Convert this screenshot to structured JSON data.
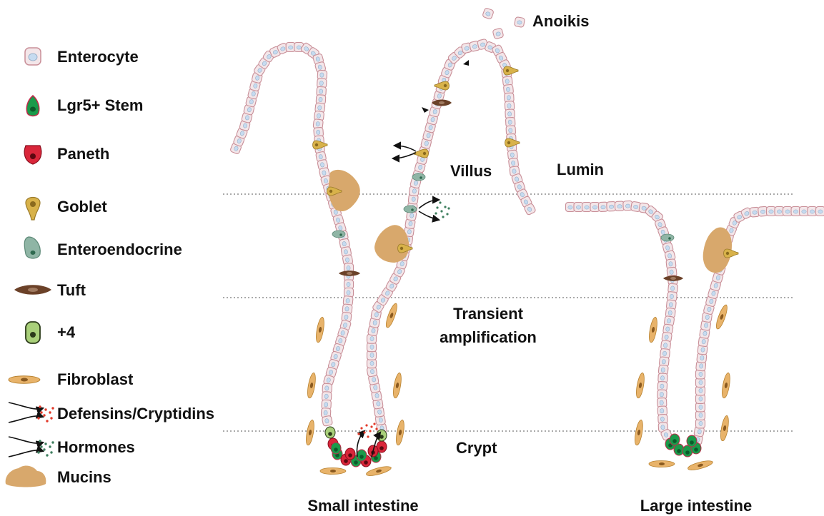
{
  "legend": [
    {
      "id": "enterocyte",
      "label": "Enterocyte",
      "icon": "enterocyte-icon"
    },
    {
      "id": "lgr5-stem",
      "label": "Lgr5+ Stem",
      "icon": "stem-cell-icon"
    },
    {
      "id": "paneth",
      "label": "Paneth",
      "icon": "paneth-cell-icon"
    },
    {
      "id": "goblet",
      "label": "Goblet",
      "icon": "goblet-cell-icon"
    },
    {
      "id": "enteroendocrine",
      "label": "Enteroendocrine",
      "icon": "enteroendocrine-cell-icon"
    },
    {
      "id": "tuft",
      "label": "Tuft",
      "icon": "tuft-cell-icon"
    },
    {
      "id": "plus4",
      "label": "+4",
      "icon": "plus4-cell-icon"
    },
    {
      "id": "fibroblast",
      "label": "Fibroblast",
      "icon": "fibroblast-icon"
    },
    {
      "id": "defensins",
      "label": "Defensins/Cryptidins",
      "icon": "defensins-arrows-icon"
    },
    {
      "id": "hormones",
      "label": "Hormones",
      "icon": "hormones-arrows-icon"
    },
    {
      "id": "mucins",
      "label": "Mucins",
      "icon": "mucins-blob-icon"
    }
  ],
  "regions": {
    "anoikis": "Anoikis",
    "villus": "Villus",
    "lumin": "Lumin",
    "transient": [
      "Transient",
      "amplification"
    ],
    "crypt": "Crypt"
  },
  "panels": {
    "small": "Small intestine",
    "large": "Large intestine"
  },
  "colors": {
    "enterocyte_fill": "#f3e6e9",
    "enterocyte_stroke": "#c98f98",
    "nucleus": "#c6dbf0",
    "stem": "#1a9a4a",
    "paneth": "#d9263a",
    "goblet": "#d8b24a",
    "enteroendocrine": "#8fb5a5",
    "tuft": "#6b4128",
    "plus4": "#a9d07a",
    "fibroblast": "#e8b36a",
    "mucins": "#d8a86c",
    "defensin_dots": "#e23a2a",
    "hormone_dots": "#3f7f5f"
  }
}
